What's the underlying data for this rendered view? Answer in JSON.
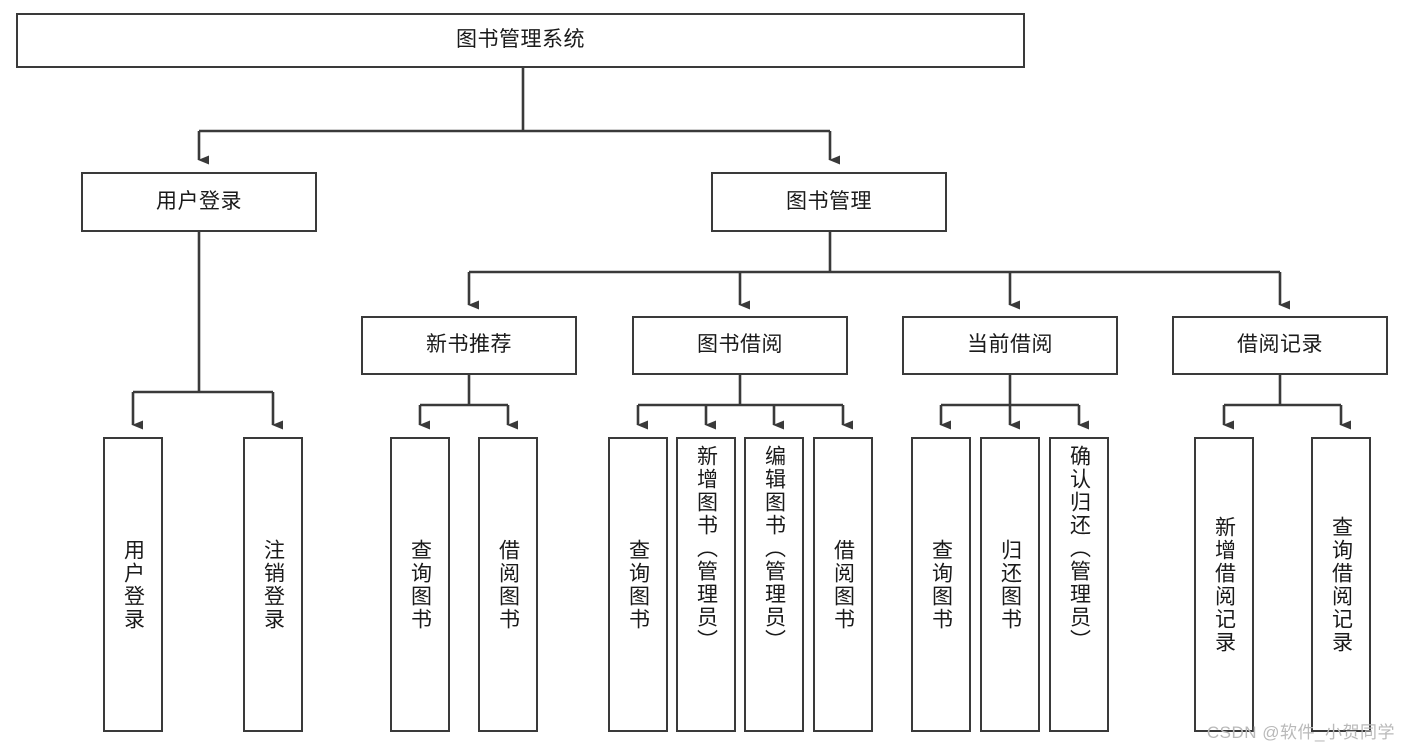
{
  "diagram": {
    "title": "图书管理系统",
    "watermark": "CSDN @软件_小贺同学",
    "stroke_color": "#3a3a3a",
    "text_color": "#1a1a1a",
    "background_color": "#ffffff",
    "watermark_color": "#b9b9b9",
    "root": {
      "label": "图书管理系统"
    },
    "level2": [
      {
        "label": "用户登录"
      },
      {
        "label": "图书管理"
      }
    ],
    "level3": [
      {
        "label": "新书推荐"
      },
      {
        "label": "图书借阅"
      },
      {
        "label": "当前借阅"
      },
      {
        "label": "借阅记录"
      }
    ],
    "leaves": [
      {
        "label": "用户登录"
      },
      {
        "label": "注销登录"
      },
      {
        "label": "查询图书"
      },
      {
        "label": "借阅图书"
      },
      {
        "label": "查询图书"
      },
      {
        "label": "新增图书（管理员）"
      },
      {
        "label": "编辑图书（管理员）"
      },
      {
        "label": "借阅图书"
      },
      {
        "label": "查询图书"
      },
      {
        "label": "归还图书"
      },
      {
        "label": "确认归还（管理员）"
      },
      {
        "label": "新增借阅记录"
      },
      {
        "label": "查询借阅记录"
      }
    ]
  },
  "chart_data": {
    "type": "tree",
    "title": "图书管理系统",
    "nodes": [
      {
        "id": "root",
        "label": "图书管理系统",
        "level": 0,
        "parent": null
      },
      {
        "id": "n1",
        "label": "用户登录",
        "level": 1,
        "parent": "root"
      },
      {
        "id": "n2",
        "label": "图书管理",
        "level": 1,
        "parent": "root"
      },
      {
        "id": "n1a",
        "label": "用户登录",
        "level": 2,
        "parent": "n1"
      },
      {
        "id": "n1b",
        "label": "注销登录",
        "level": 2,
        "parent": "n1"
      },
      {
        "id": "n2a",
        "label": "新书推荐",
        "level": 2,
        "parent": "n2"
      },
      {
        "id": "n2b",
        "label": "图书借阅",
        "level": 2,
        "parent": "n2"
      },
      {
        "id": "n2c",
        "label": "当前借阅",
        "level": 2,
        "parent": "n2"
      },
      {
        "id": "n2d",
        "label": "借阅记录",
        "level": 2,
        "parent": "n2"
      },
      {
        "id": "n2a1",
        "label": "查询图书",
        "level": 3,
        "parent": "n2a"
      },
      {
        "id": "n2a2",
        "label": "借阅图书",
        "level": 3,
        "parent": "n2a"
      },
      {
        "id": "n2b1",
        "label": "查询图书",
        "level": 3,
        "parent": "n2b"
      },
      {
        "id": "n2b2",
        "label": "新增图书（管理员）",
        "level": 3,
        "parent": "n2b"
      },
      {
        "id": "n2b3",
        "label": "编辑图书（管理员）",
        "level": 3,
        "parent": "n2b"
      },
      {
        "id": "n2b4",
        "label": "借阅图书",
        "level": 3,
        "parent": "n2b"
      },
      {
        "id": "n2c1",
        "label": "查询图书",
        "level": 3,
        "parent": "n2c"
      },
      {
        "id": "n2c2",
        "label": "归还图书",
        "level": 3,
        "parent": "n2c"
      },
      {
        "id": "n2c3",
        "label": "确认归还（管理员）",
        "level": 3,
        "parent": "n2c"
      },
      {
        "id": "n2d1",
        "label": "新增借阅记录",
        "level": 3,
        "parent": "n2d"
      },
      {
        "id": "n2d2",
        "label": "查询借阅记录",
        "level": 3,
        "parent": "n2d"
      }
    ]
  }
}
